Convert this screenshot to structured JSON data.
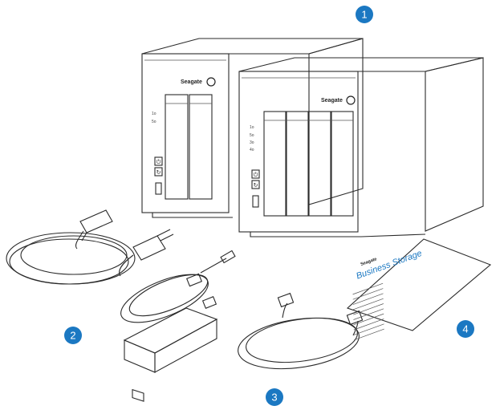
{
  "callouts": [
    {
      "number": "1"
    },
    {
      "number": "2"
    },
    {
      "number": "3"
    },
    {
      "number": "4"
    }
  ],
  "nas_small": {
    "brand": "Seagate",
    "leds": [
      "1o",
      "5o"
    ]
  },
  "nas_large": {
    "brand": "Seagate",
    "leds": [
      "1o",
      "5o",
      "3o",
      "4o"
    ]
  },
  "guide": {
    "brand": "Seagate",
    "title": "Business Storage"
  },
  "colors": {
    "callout": "#1b78c2",
    "outline": "#2a2a2a"
  }
}
